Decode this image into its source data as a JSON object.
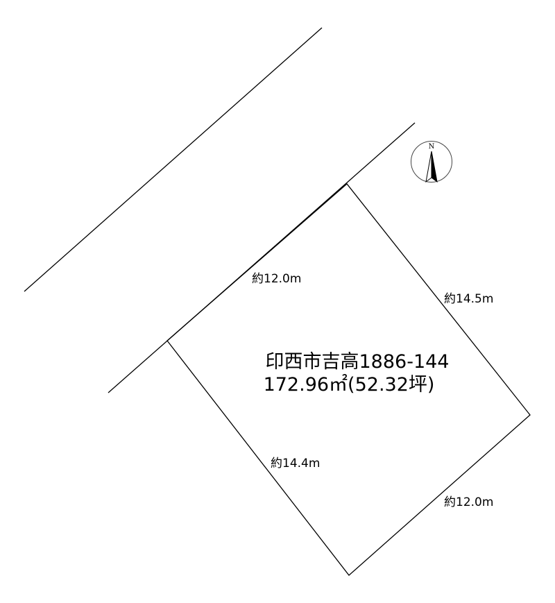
{
  "lot": {
    "address": "印西市吉高1886-144",
    "area": "172.96㎡(52.32坪)"
  },
  "dimensions": {
    "top": "約12.0m",
    "right": "約14.5m",
    "left": "約14.4m",
    "bottom": "約12.0m"
  },
  "compass": {
    "label": "N",
    "icon": "north-arrow-icon"
  },
  "colors": {
    "line": "#000000",
    "background": "#ffffff"
  }
}
